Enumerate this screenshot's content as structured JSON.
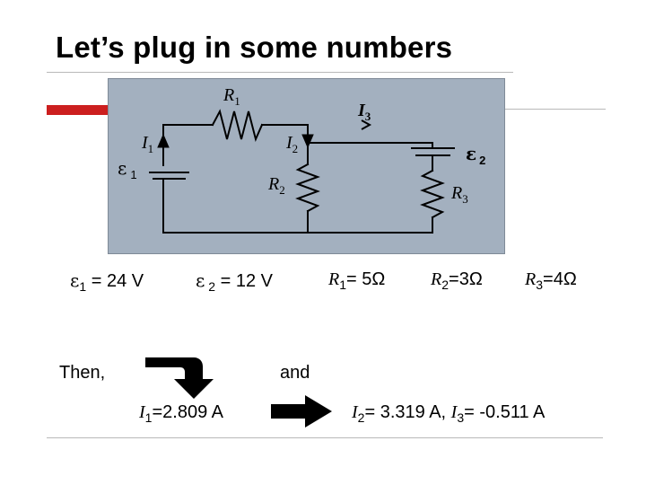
{
  "slide": {
    "title": "Let’s plug in some numbers"
  },
  "circuit": {
    "labels": {
      "R1": {
        "letter": "R",
        "sub": "1"
      },
      "R2": {
        "letter": "R",
        "sub": "2"
      },
      "R3": {
        "letter": "R",
        "sub": "3"
      },
      "I1": {
        "letter": "I",
        "sub": "1"
      },
      "I2": {
        "letter": "I",
        "sub": "2"
      },
      "I3": {
        "letter": "I",
        "sub": "3"
      },
      "E1": {
        "letter": "ε",
        "sub": "1"
      },
      "E2": {
        "letter": "ε",
        "sub": "2"
      }
    }
  },
  "params": {
    "emf1": {
      "symbol": "ε",
      "sub": "1",
      "rest": " = 24 V"
    },
    "emf2": {
      "symbol": "ε",
      "sub": " 2",
      "rest": " = 12 V"
    },
    "r1": {
      "symbol": "R",
      "sub": "1",
      "rest": "= 5Ω"
    },
    "r2": {
      "symbol": "R",
      "sub": "2",
      "rest": "=3Ω"
    },
    "r3": {
      "symbol": "R",
      "sub": "3",
      "rest": "=4Ω"
    }
  },
  "results": {
    "then_label": "Then,",
    "and_label": "and",
    "i1": {
      "symbol": "I",
      "sub": "1",
      "rest": "=2.809 A"
    },
    "i2": {
      "symbol": "I",
      "sub": "2",
      "rest": "= 3.319 A, "
    },
    "i3": {
      "symbol": "I",
      "sub": "3",
      "rest": "= -0.511 A"
    }
  },
  "colors": {
    "panel": "#a3b0bf",
    "accent_red": "#cc1f1f",
    "wire": "#000000"
  }
}
